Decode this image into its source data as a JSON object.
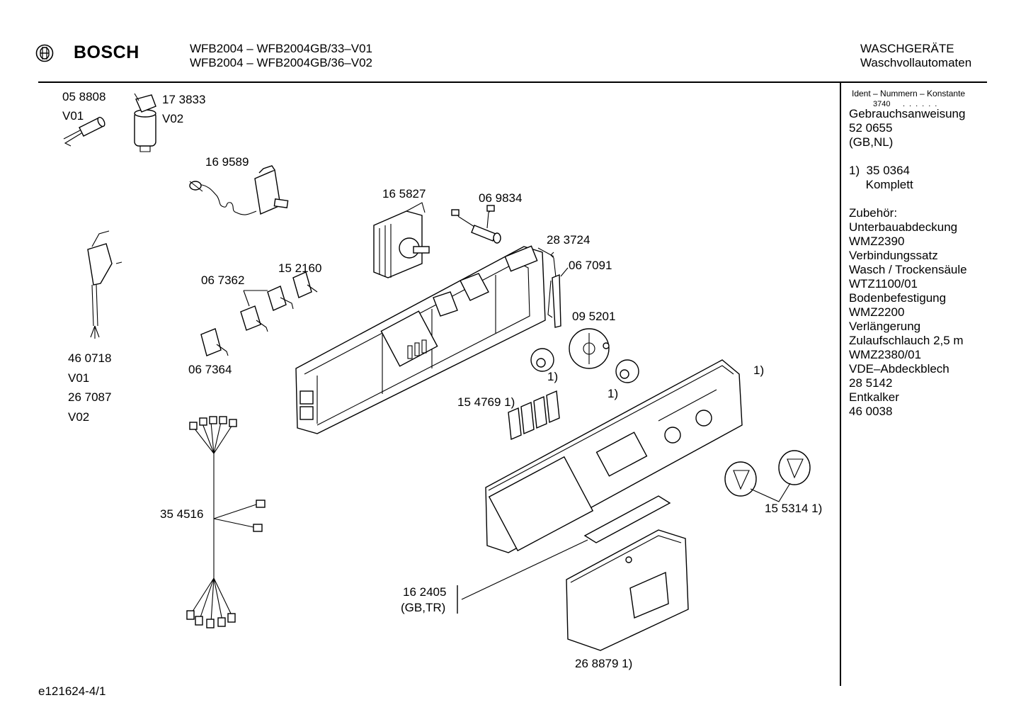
{
  "header": {
    "brand": "BOSCH",
    "model_line_1": "WFB2004 – WFB2004GB/33–V01",
    "model_line_2": "WFB2004 – WFB2004GB/36–V02",
    "category_1": "WASCHGERÄTE",
    "category_2": "Waschvollautomaten"
  },
  "side_panel": {
    "title": "Ident – Nummern – Konstante",
    "constant": "3740",
    "lines": [
      "Gebrauchsanweisung",
      "52 0655",
      "(GB,NL)",
      "",
      "1)  35 0364",
      "     Komplett",
      "",
      "Zubehör:",
      "Unterbauabdeckung",
      "WMZ2390",
      "Verbindungssatz",
      "Wasch / Trockensäule",
      "WTZ1100/01",
      "Bodenbefestigung",
      "WMZ2200",
      "Verlängerung",
      "Zulaufschlauch 2,5 m",
      "WMZ2380/01",
      "VDE–Abdeckblech",
      "28 5142",
      "Entkalker",
      "46 0038"
    ]
  },
  "labels": {
    "p058808": "05 8808",
    "v01_a": "V01",
    "p173833": "17 3833",
    "v02_a": "V02",
    "p169589": "16 9589",
    "p165827": "16 5827",
    "p069834": "06 9834",
    "p283724": "28 3724",
    "p067091": "06 7091",
    "p152160": "15 2160",
    "p067362": "06 7362",
    "p067364": "06 7364",
    "p095201": "09 5201",
    "note1_a": "1)",
    "note1_b": "1)",
    "note1_c": "1)",
    "p154769": "15 4769 1)",
    "p460718": "46 0718",
    "v01_b": "V01",
    "p267087": "26 7087",
    "v02_b": "V02",
    "p354516": "35 4516",
    "p155314": "15 5314 1)",
    "p162405": "16 2405",
    "gbtr": "(GB,TR)",
    "p268879": "26 8879 1)",
    "footer": "e121624-4/1"
  }
}
